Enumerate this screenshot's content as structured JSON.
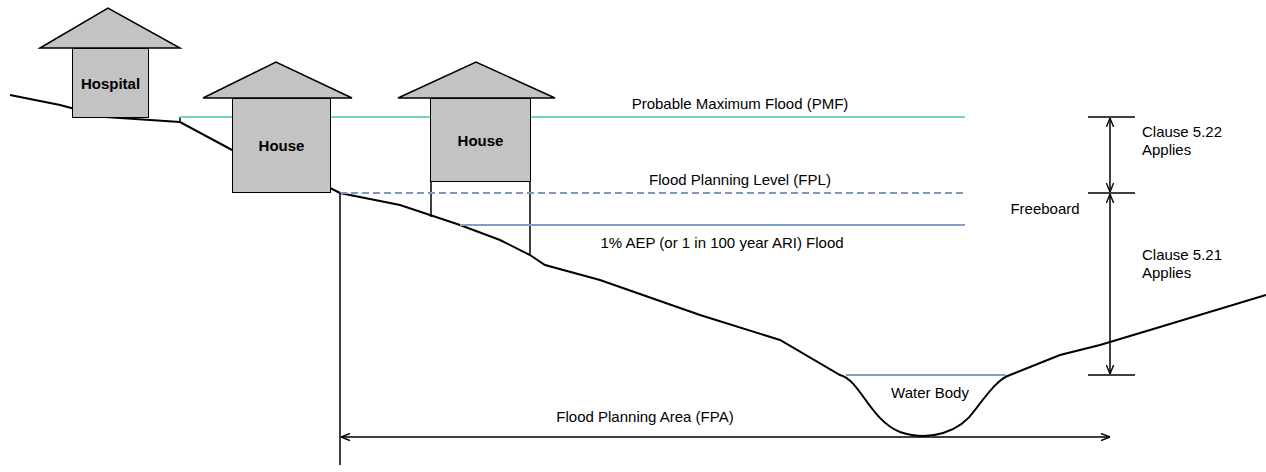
{
  "diagram": {
    "nodes": [
      {
        "text": [
          "Hospital"
        ]
      },
      {
        "text": [
          "House"
        ]
      },
      {
        "text": [
          "House"
        ]
      }
    ],
    "labels": [
      "Probable Maximum Flood (PMF)",
      "Flood Planning Level (FPL)",
      "Freeboard",
      "1% AEP (or 1 in 100 year ARI) Flood",
      "Clause 5.22 Applies",
      "Clause 5.21 Applies",
      "Water Body",
      "Flood Planning Area (FPA)"
    ]
  }
}
